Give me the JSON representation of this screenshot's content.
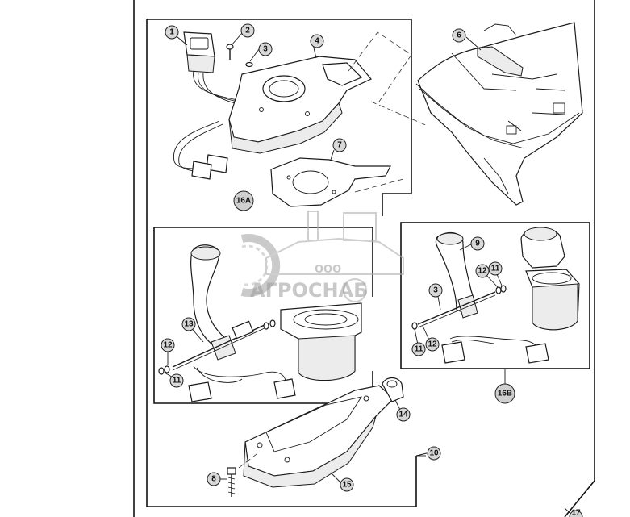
{
  "diagram": {
    "callouts": [
      {
        "id": "c1",
        "label": "1"
      },
      {
        "id": "c2",
        "label": "2"
      },
      {
        "id": "c3a",
        "label": "3"
      },
      {
        "id": "c4",
        "label": "4"
      },
      {
        "id": "c6",
        "label": "6"
      },
      {
        "id": "c7",
        "label": "7"
      },
      {
        "id": "c16a",
        "label": "16A"
      },
      {
        "id": "c9",
        "label": "9"
      },
      {
        "id": "c12a",
        "label": "12"
      },
      {
        "id": "c11a",
        "label": "11"
      },
      {
        "id": "c3b",
        "label": "3"
      },
      {
        "id": "c11b",
        "label": "11"
      },
      {
        "id": "c12b",
        "label": "12"
      },
      {
        "id": "c16b",
        "label": "16B"
      },
      {
        "id": "c13",
        "label": "13"
      },
      {
        "id": "c12c",
        "label": "12"
      },
      {
        "id": "c11c",
        "label": "11"
      },
      {
        "id": "c14",
        "label": "14"
      },
      {
        "id": "c10",
        "label": "10"
      },
      {
        "id": "c8",
        "label": "8"
      },
      {
        "id": "c15",
        "label": "15"
      },
      {
        "id": "c17",
        "label": "17"
      }
    ]
  },
  "watermark": {
    "prefix": "ООО",
    "name": "АГРОСНАБ"
  }
}
